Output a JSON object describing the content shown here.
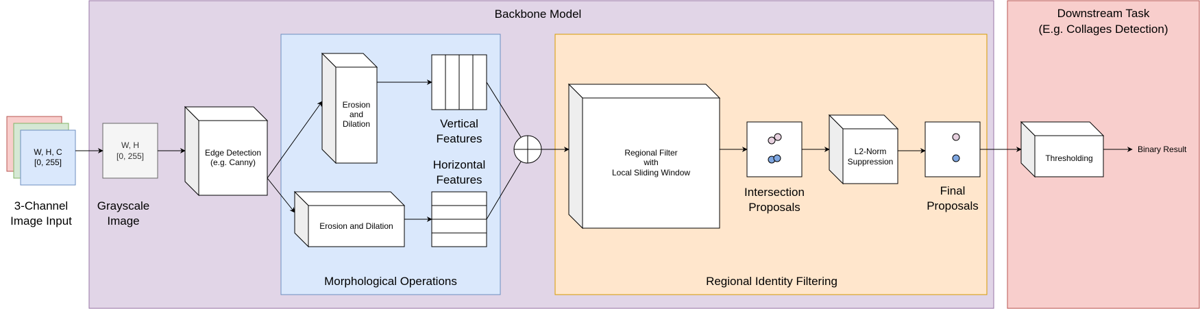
{
  "regions": {
    "backbone": {
      "title": "Backbone Model"
    },
    "downstream": {
      "title_line1": "Downstream Task",
      "title_line2": "(E.g. Collages Detection)"
    },
    "morphological": {
      "title": "Morphological Operations"
    },
    "regional_identity": {
      "title": "Regional Identity Filtering"
    }
  },
  "input": {
    "line1": "W, H, C",
    "line2": "[0, 255]",
    "label_line1": "3-Channel",
    "label_line2": "Image Input"
  },
  "grayscale": {
    "line1": "W, H",
    "line2": "[0, 255]",
    "label_line1": "Grayscale",
    "label_line2": "Image"
  },
  "edge_detection": {
    "line1": "Edge Detection",
    "line2": "(e.g. Canny)"
  },
  "erosion_vertical": {
    "line1": "Erosion",
    "line2": "and",
    "line3": "Dilation"
  },
  "erosion_horizontal": {
    "label": "Erosion and Dilation"
  },
  "vertical_features": {
    "line1": "Vertical",
    "line2": "Features"
  },
  "horizontal_features": {
    "line1": "Horizontal",
    "line2": "Features"
  },
  "regional_filter": {
    "line1": "Regional Filter",
    "line2": "with",
    "line3": "Local Sliding Window"
  },
  "intersection": {
    "line1": "Intersection",
    "line2": "Proposals"
  },
  "l2norm": {
    "line1": "L2-Norm",
    "line2": "Suppression"
  },
  "final": {
    "line1": "Final",
    "line2": "Proposals"
  },
  "thresholding": {
    "label": "Thresholding"
  },
  "output": {
    "label": "Binary Result"
  },
  "colors": {
    "backbone_fill": "#e1d5e7",
    "backbone_stroke": "#9673a6",
    "downstream_fill": "#f8cecc",
    "downstream_stroke": "#b85450",
    "morph_fill": "#dae8fc",
    "morph_stroke": "#6c8ebf",
    "regional_fill": "#ffe6cc",
    "regional_stroke": "#d79b00",
    "dot_pink": "#e6d0de",
    "dot_blue": "#7ea6e0"
  }
}
